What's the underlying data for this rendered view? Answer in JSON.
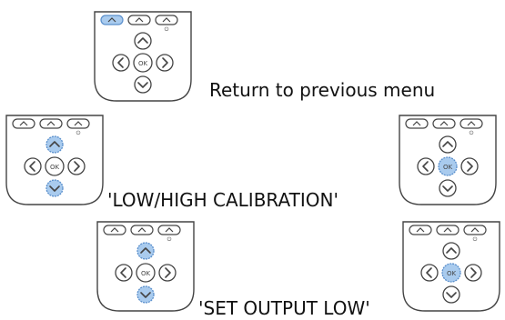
{
  "captions": {
    "return_menu": "Return to previous menu",
    "low_high_calibration": "'LOW/HIGH CALIBRATION'",
    "set_output_low": "'SET OUTPUT LOW'"
  },
  "keypad": {
    "ok_label": "OK",
    "power_symbol": "⏻"
  },
  "colors": {
    "outline": "#444444",
    "highlight_fill": "#a9cbee",
    "highlight_stroke": "#5a8fcc",
    "background": "#ffffff"
  },
  "highlighted_keys": {
    "remote-return": [
      "top-left"
    ],
    "remote-low-high-nav": [
      "up",
      "down"
    ],
    "remote-low-high-ok": [
      "ok"
    ],
    "remote-set-output-nav": [
      "up",
      "down"
    ],
    "remote-set-output-ok": [
      "ok"
    ]
  }
}
